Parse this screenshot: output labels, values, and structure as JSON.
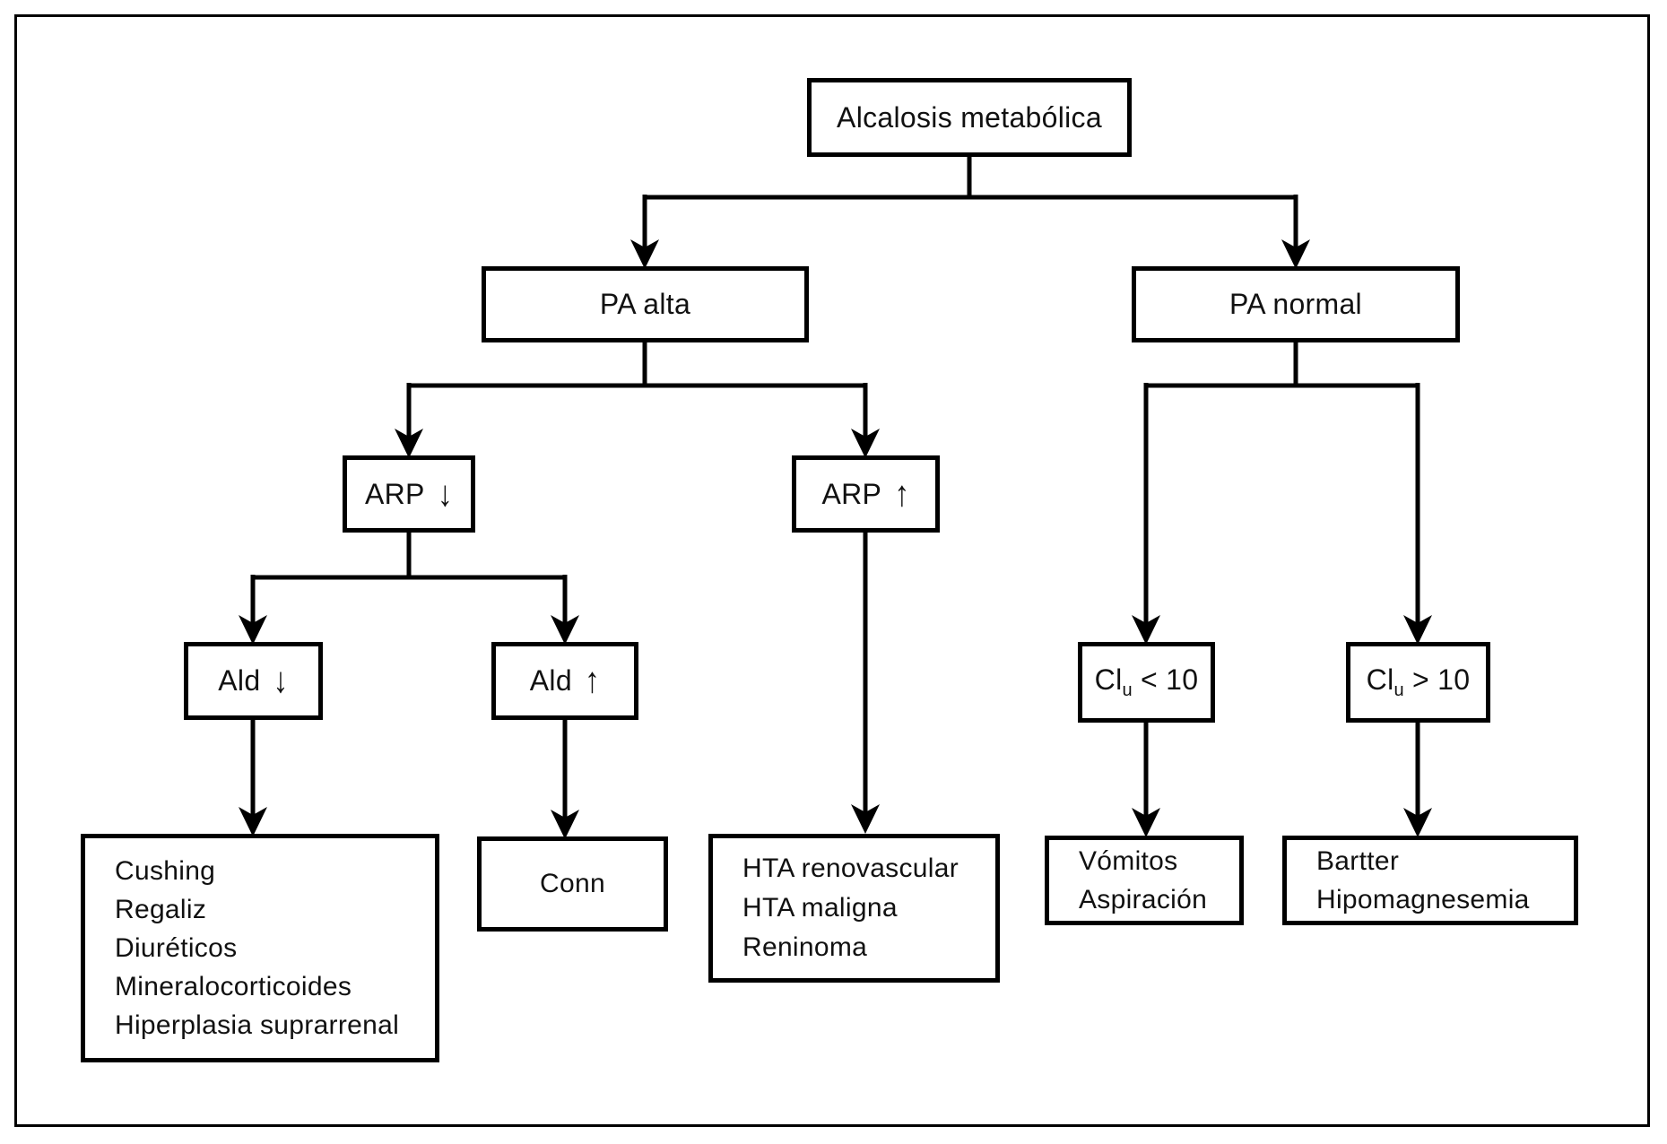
{
  "colors": {
    "ink": "#111111",
    "line": "#000000",
    "background": "#ffffff"
  },
  "nodes": {
    "root": {
      "label": "Alcalosis metabólica"
    },
    "pa_alta": {
      "label": "PA alta"
    },
    "pa_normal": {
      "label": "PA normal"
    },
    "arp_low": {
      "label": "ARP",
      "arrow": "↓"
    },
    "arp_high": {
      "label": "ARP",
      "arrow": "↑"
    },
    "ald_low": {
      "label": "Ald",
      "arrow": "↓"
    },
    "ald_high": {
      "label": "Ald",
      "arrow": "↑"
    },
    "clu_low": {
      "base": "Cl",
      "sub": "u",
      "rest": "< 10"
    },
    "clu_high": {
      "base": "Cl",
      "sub": "u",
      "rest": "> 10"
    }
  },
  "outcomes": {
    "ald_low_causes": {
      "lines": [
        "Cushing",
        "Regaliz",
        "Diuréticos",
        "Mineralocorticoides",
        "Hiperplasia suprarrenal"
      ]
    },
    "ald_high_causes": {
      "lines": [
        "Conn"
      ]
    },
    "arp_high_causes": {
      "lines": [
        "HTA renovascular",
        "HTA maligna",
        "Reninoma"
      ]
    },
    "clu_low_causes": {
      "lines": [
        "Vómitos",
        "Aspiración"
      ]
    },
    "clu_high_causes": {
      "lines": [
        "Bartter",
        "Hipomagnesemia"
      ]
    }
  }
}
